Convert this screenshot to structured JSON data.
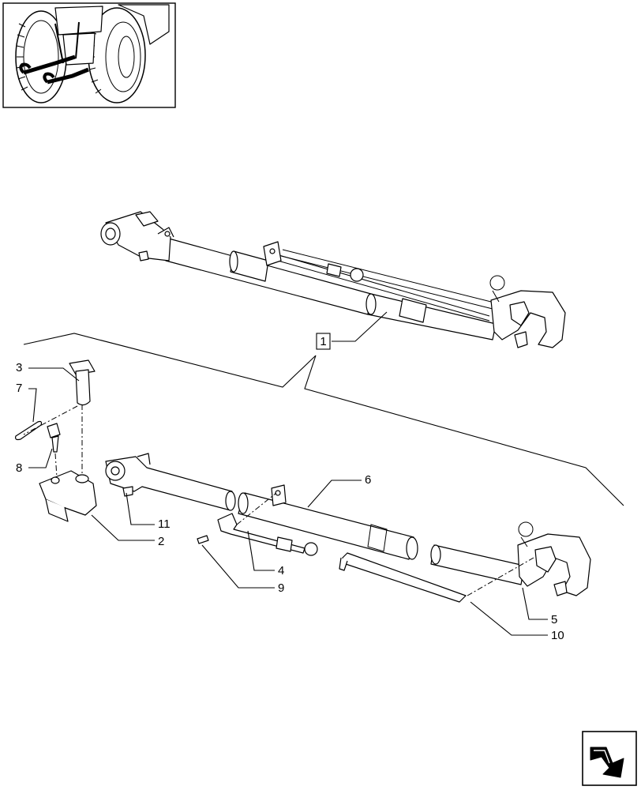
{
  "assembly_callout": {
    "label": "1"
  },
  "callouts": {
    "c2": "2",
    "c3": "3",
    "c4": "4",
    "c5": "5",
    "c6": "6",
    "c7": "7",
    "c8": "8",
    "c9": "9",
    "c10": "10",
    "c11": "11"
  },
  "icons": {
    "thumbnail": "tractor-rear-hitch-thumbnail",
    "nav": "next-page-arrow-icon"
  }
}
